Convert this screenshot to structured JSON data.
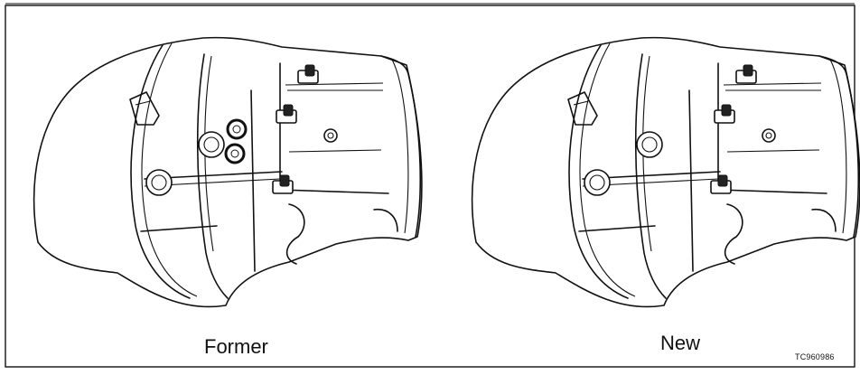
{
  "diagram": {
    "labels": {
      "former": "Former",
      "new": "New"
    },
    "figure_code": "TC960986",
    "panels": [
      {
        "name": "former",
        "highlighted_parts": "two circled plugs"
      },
      {
        "name": "new",
        "highlighted_parts": ""
      }
    ]
  }
}
